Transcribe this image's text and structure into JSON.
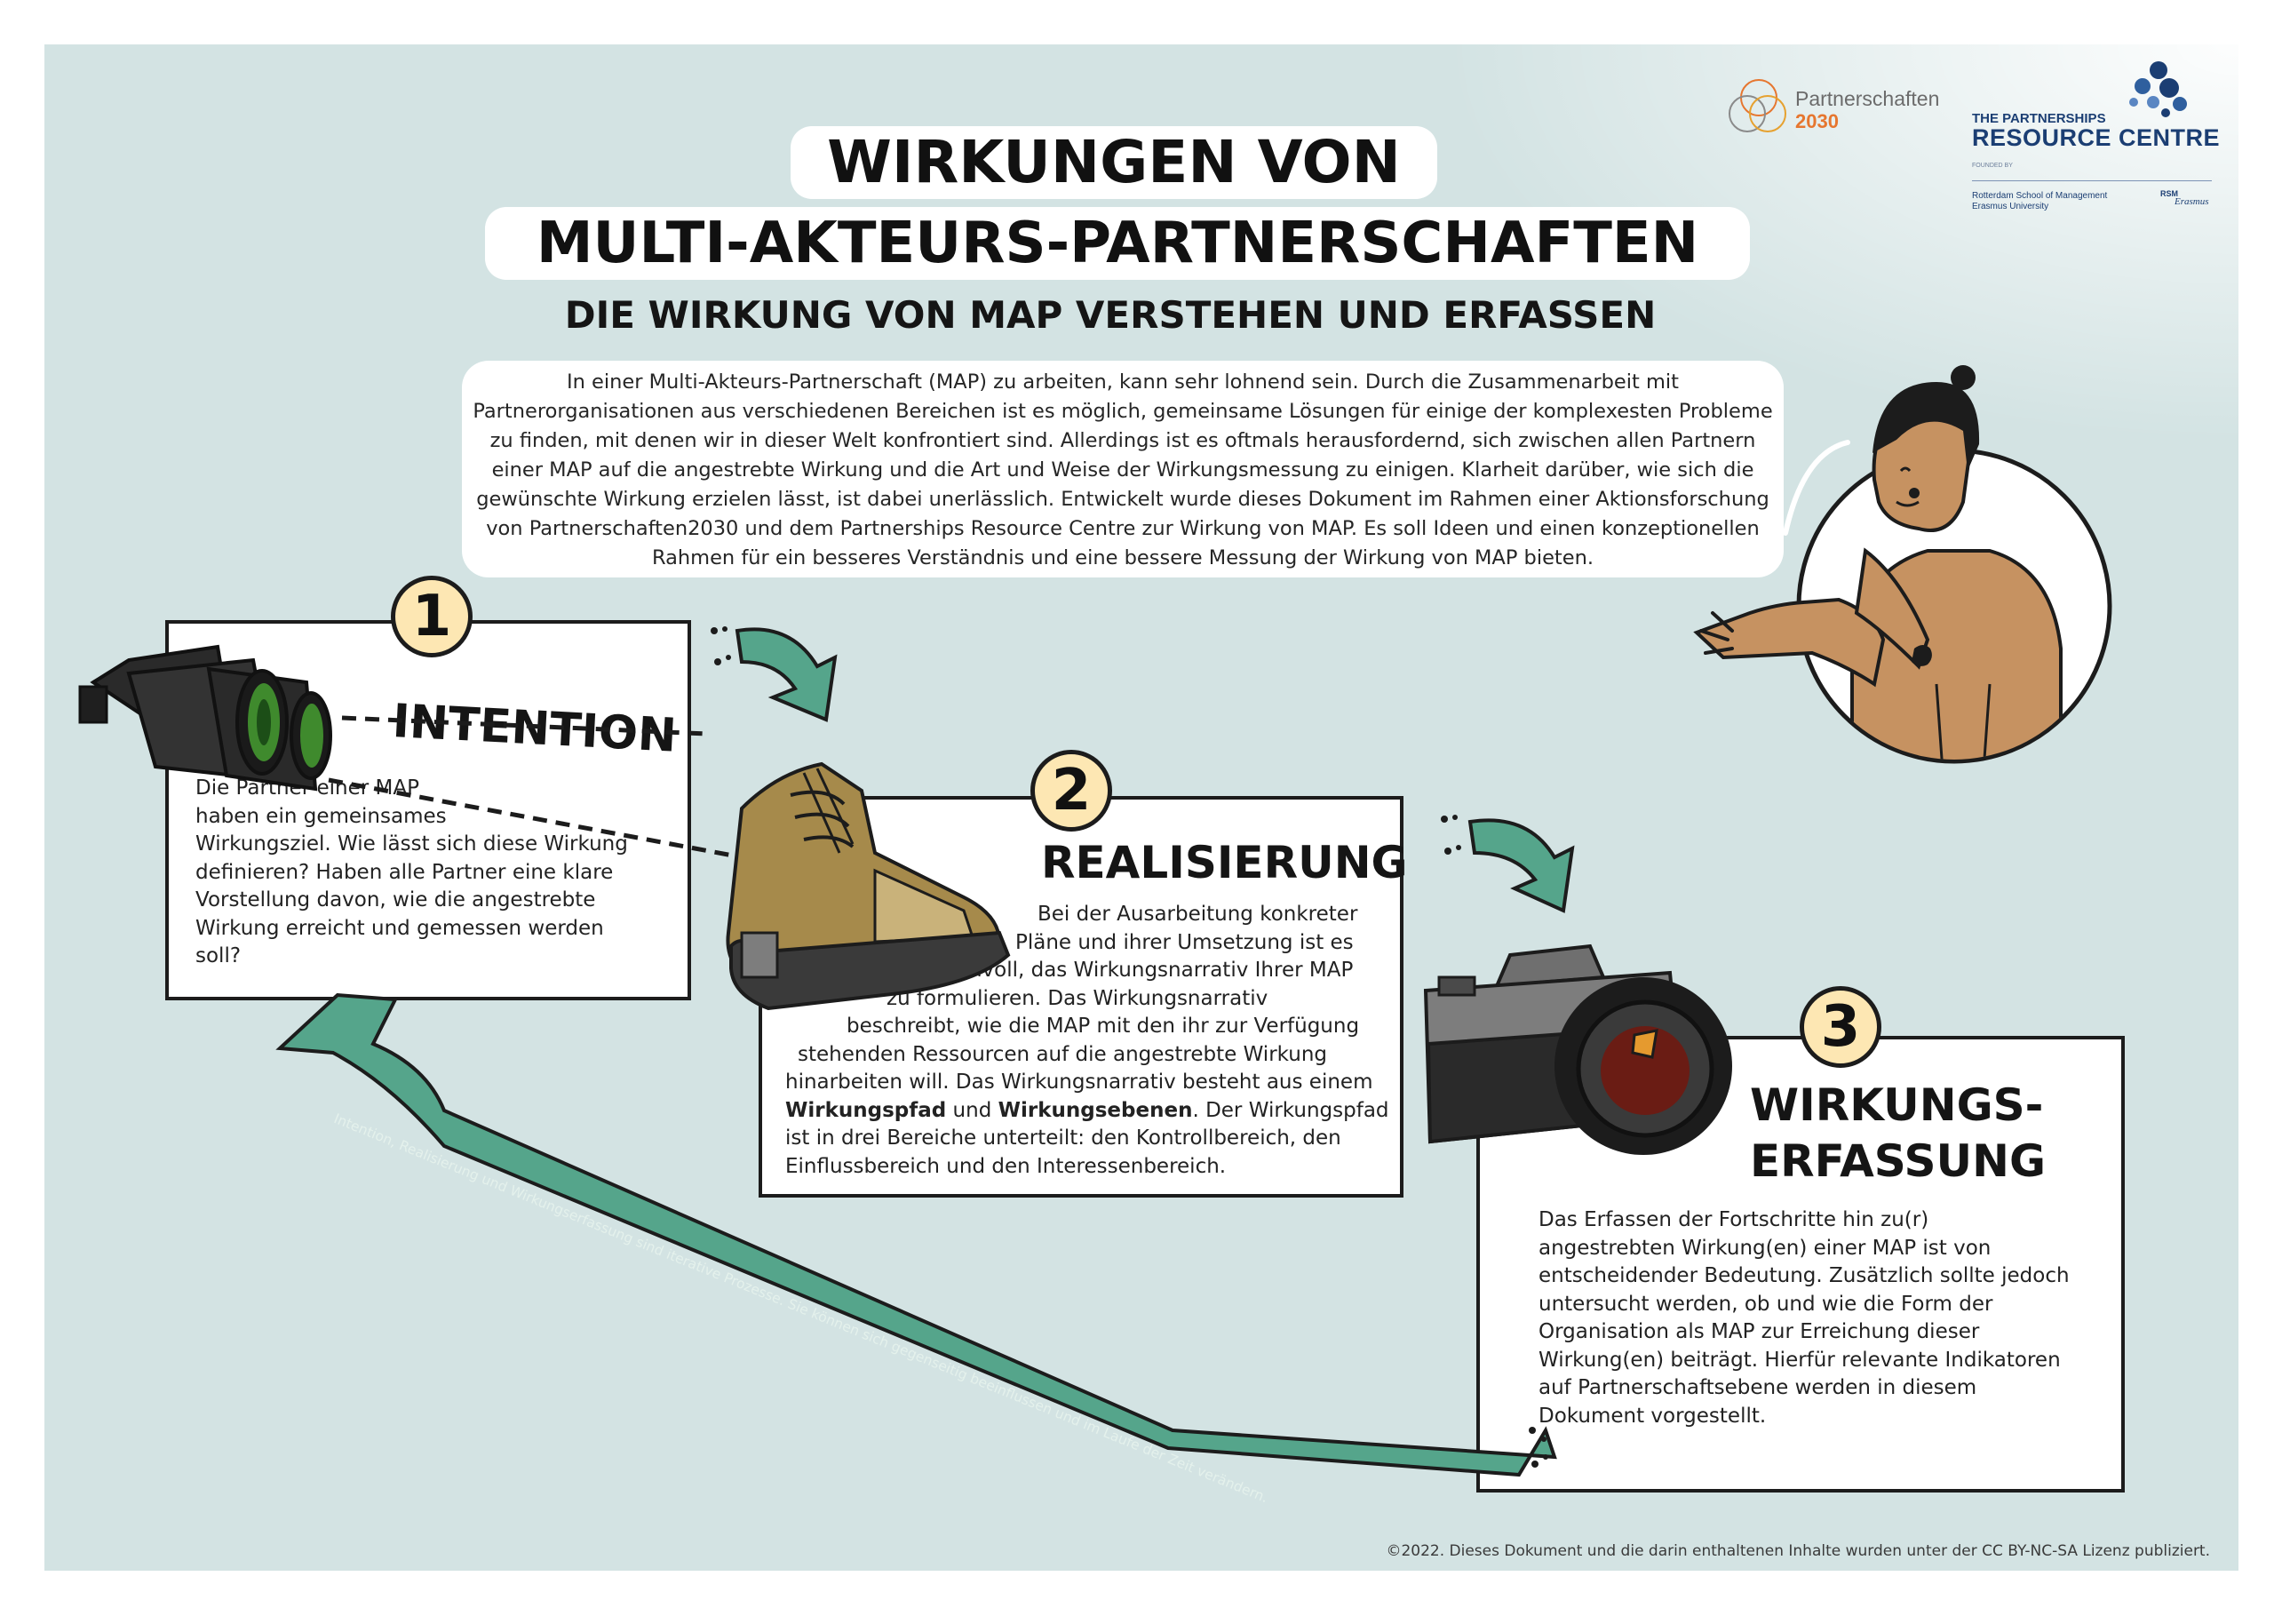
{
  "header": {
    "title_line1": "WIRKUNGEN VON",
    "title_line2": "MULTI-AKTEURS-PARTNERSCHAFTEN",
    "subtitle": "DIE WIRKUNG VON MAP VERSTEHEN UND ERFASSEN"
  },
  "logos": {
    "partnerschaften_name": "Partnerschaften",
    "partnerschaften_year": "2030",
    "prc_top": "THE PARTNERSHIPS",
    "prc_main": "RESOURCE CENTRE",
    "prc_founded": "FOUNDED BY",
    "rsm_line1": "Rotterdam School of Management",
    "rsm_line2": "Erasmus University",
    "rsm_mark": "RSM",
    "rsm_signature": "Erasmus"
  },
  "intro": {
    "lines": [
      "In einer Multi-Akteurs-Partnerschaft (MAP) zu arbeiten, kann sehr lohnend sein. Durch die Zusammenarbeit mit",
      "Partnerorganisationen aus verschiedenen Bereichen ist es möglich, gemeinsame Lösungen für einige der komplexesten Probleme",
      "zu finden, mit denen wir in dieser Welt konfrontiert sind. Allerdings ist es oftmals herausfordernd, sich zwischen allen Partnern",
      "einer MAP auf die angestrebte Wirkung und die Art und Weise der Wirkungsmessung zu einigen. Klarheit darüber, wie sich die",
      "gewünschte Wirkung erzielen lässt, ist dabei unerlässlich. Entwickelt wurde dieses Dokument im Rahmen einer Aktionsforschung",
      "von Partnerschaften2030 und dem Partnerships Resource Centre zur Wirkung von MAP. Es soll Ideen und einen konzeptionellen",
      "Rahmen für ein besseres Verständnis und eine bessere Messung der Wirkung von MAP bieten."
    ]
  },
  "step1": {
    "number": "1",
    "heading": "INTENTION",
    "lines": [
      "Die Partner einer MAP",
      "haben ein gemeinsames",
      "Wirkungsziel. Wie lässt sich diese Wirkung",
      "definieren? Haben alle Partner eine klare",
      "Vorstellung davon, wie die angestrebte",
      "Wirkung erreicht und gemessen werden",
      "soll?"
    ]
  },
  "step2": {
    "number": "2",
    "heading": "REALISIERUNG",
    "lines": [
      "Bei der Ausarbeitung konkreter",
      "Pläne und ihrer Umsetzung ist es",
      "sinnvoll, das Wirkungsnarrativ Ihrer MAP",
      "zu formulieren. Das Wirkungsnarrativ",
      "beschreibt, wie die MAP mit den ihr zur Verfügung",
      "stehenden Ressourcen auf die angestrebte Wirkung",
      "hinarbeiten will. Das Wirkungsnarrativ besteht aus einem"
    ],
    "bold1": "Wirkungspfad",
    "and_word": " und ",
    "bold2": "Wirkungsebenen",
    "line8_tail": ". Der Wirkungspfad",
    "lines_after": [
      "ist in drei Bereiche unterteilt: den Kontrollbereich, den",
      "Einflussbereich und den Interessenbereich."
    ]
  },
  "step3": {
    "number": "3",
    "heading_line1": "WIRKUNGS-",
    "heading_line2": "ERFASSUNG",
    "lines": [
      "Das Erfassen der Fortschritte hin zu(r)",
      "angestrebten Wirkung(en) einer MAP ist von",
      "entscheidender Bedeutung. Zusätzlich sollte jedoch",
      "untersucht werden, ob und wie die Form der",
      "Organisation als MAP zur Erreichung dieser",
      "Wirkung(en) beiträgt. Hierfür relevante Indikatoren",
      "auf Partnerschaftsebene werden in diesem",
      "Dokument vorgestellt."
    ]
  },
  "arrow_caption": "Intention, Realisierung und Wirkungserfassung sind iterative Prozesse. Sie können sich gegenseitig beeinflussen und im Laufe der Zeit verändern.",
  "footer": "©2022. Dieses Dokument und die darin enthaltenen Inhalte wurden unter der CC BY-NC-SA Lizenz publiziert.",
  "icons": [
    "binoculars-icon",
    "hiking-boot-icon",
    "camera-icon",
    "presenter-person-icon",
    "cycle-arrow-icon"
  ],
  "colors": {
    "background": "#d3e3e3",
    "arrow": "#55a58b",
    "number_circle": "#fde7b3",
    "accent_orange": "#e6762f",
    "prc_blue": "#1b3e73"
  }
}
